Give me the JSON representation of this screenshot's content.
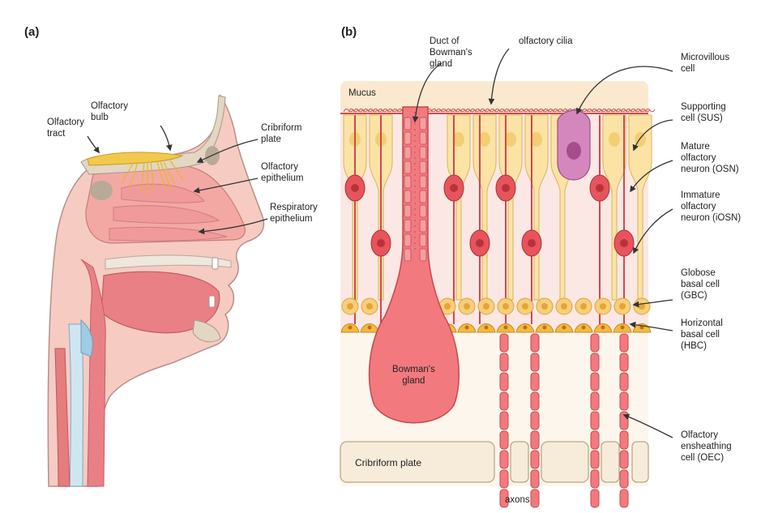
{
  "panel_a": {
    "label": "(a)",
    "labels": {
      "olfactory_tract": "Olfactory\ntract",
      "olfactory_bulb": "Olfactory\nbulb",
      "cribriform_plate": "Cribriform\nplate",
      "olfactory_epithelium": "Olfactory\nepithelium",
      "respiratory_epithelium": "Respiratory\nepithelium"
    }
  },
  "panel_b": {
    "label": "(b)",
    "labels": {
      "mucus": "Mucus",
      "duct": "Duct of\nBowman's\ngland",
      "cilia": "olfactory cilia",
      "microvillous": "Microvillous\ncell",
      "sus": "Supporting\ncell (SUS)",
      "osn": "Mature\nolfactory\nneuron (OSN)",
      "iosn": "Immature\nolfactory\nneuron (iOSN)",
      "gbc": "Globose\nbasal cell\n(GBC)",
      "hbc": "Horizontal\nbasal cell\n(HBC)",
      "bowmans_gland": "Bowman's\ngland",
      "oec": "Olfactory\nensheathing\ncell (OEC)",
      "cribriform": "Cribriform plate",
      "axons": "axons"
    }
  },
  "colors": {
    "tissue": "#f4b8b0",
    "tissue_dark": "#e8888a",
    "bone": "#d9cfc0",
    "bulb": "#f2c94c",
    "mucus": "#fbe9cf",
    "support": "#fbe3a6",
    "neuron": "#e8545c",
    "microvillous": "#c76fae",
    "basal": "#f5b942"
  }
}
